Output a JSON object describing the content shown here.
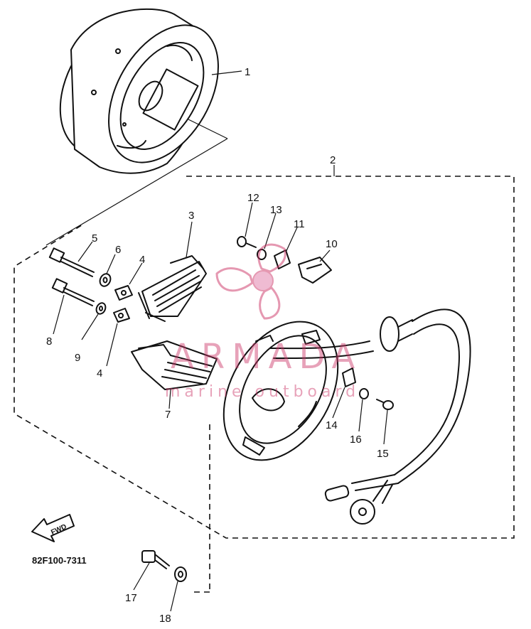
{
  "diagram": {
    "part_number": "82F100-7311",
    "fwd_label": "FWD",
    "callouts": [
      "1",
      "2",
      "3",
      "4",
      "4",
      "5",
      "6",
      "7",
      "8",
      "9",
      "10",
      "11",
      "12",
      "13",
      "14",
      "15",
      "16",
      "17",
      "18"
    ]
  },
  "watermark": {
    "brand": "ARMADA",
    "tagline": "marine outboard"
  },
  "colors": {
    "ink": "#111111",
    "watermark": "#cc3366"
  }
}
